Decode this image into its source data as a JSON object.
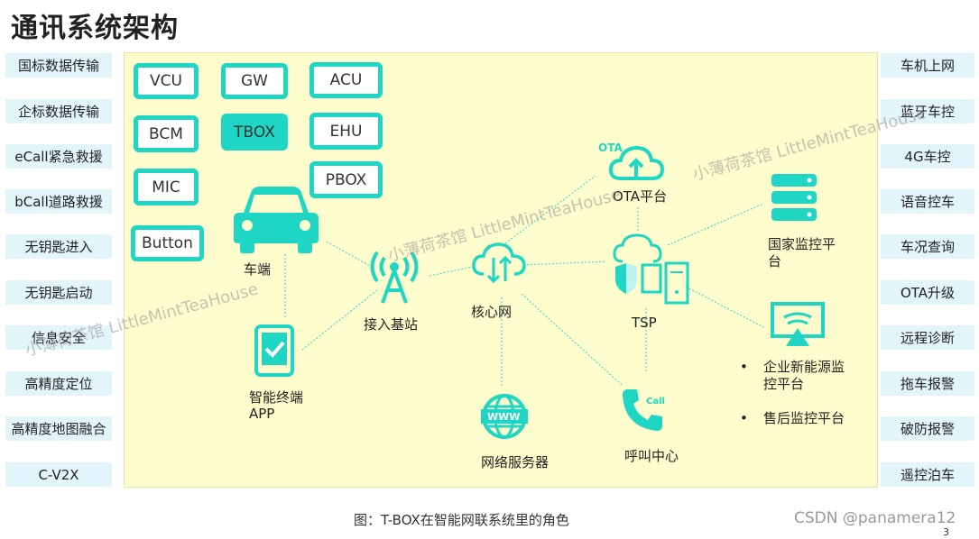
{
  "title": "通讯系统架构",
  "left_items": [
    "国标数据传输",
    "企标数据传输",
    "eCall紧急救援",
    "bCall道路救援",
    "无钥匙进入",
    "无钥匙启动",
    "信息安全",
    "高精度定位",
    "高精度地图融合",
    "C-V2X"
  ],
  "right_items": [
    "车机上网",
    "蓝牙车控",
    "4G车控",
    "语音控车",
    "车况查询",
    "OTA升级",
    "远程诊断",
    "拖车报警",
    "破防报警",
    "遥控泊车"
  ],
  "ecus": {
    "vcu": "VCU",
    "gw": "GW",
    "acu": "ACU",
    "bcm": "BCM",
    "tbox": "TBOX",
    "ehu": "EHU",
    "mic": "MIC",
    "pbox": "PBOX",
    "button": "Button"
  },
  "nodes": {
    "car": "车端",
    "base_station": "接入基站",
    "core_network": "核心网",
    "ota": "OTA平台",
    "ota_badge": "OTA",
    "tsp": "TSP",
    "national_platform": "国家监控平台",
    "enterprise_platform": "企业新能源监控平台",
    "aftersales_platform": "售后监控平台",
    "app_line1": "智能终端",
    "app_line2": "APP",
    "web_server": "网络服务器",
    "www": "WWW",
    "call_center": "呼叫中心",
    "call_badge": "Call"
  },
  "bullets": [
    "•",
    "•"
  ],
  "watermarks": [
    "小薄荷茶馆 LittleMintTeaHouse",
    "小薄荷茶馆 LittleMintTeaHouse",
    "小薄荷茶馆 LittleMintTeaHouse"
  ],
  "caption": "图：T-BOX在智能网联系统里的角色",
  "csdn": "CSDN @panamera12",
  "page_number": "3",
  "colors": {
    "accent": "#1fd6c4",
    "panel": "#fdfccc",
    "side": "#e2f5fb"
  }
}
